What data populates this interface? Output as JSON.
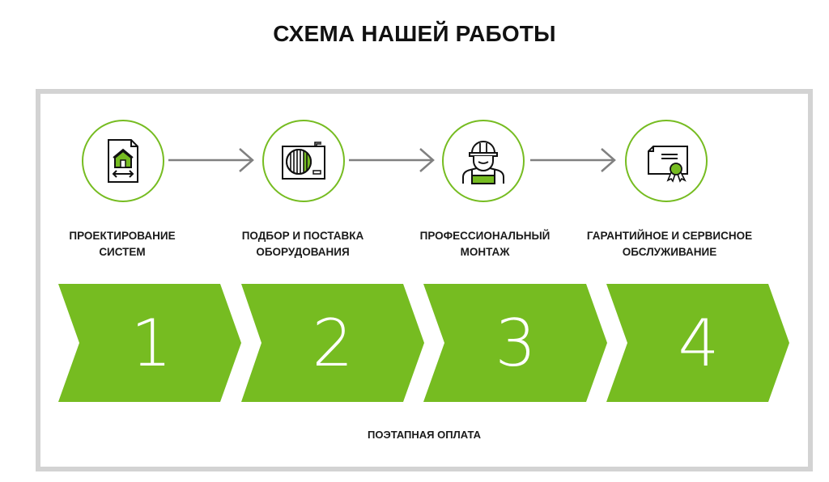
{
  "page": {
    "title": "СХЕМА НАШЕЙ РАБОТЫ"
  },
  "colors": {
    "accent": "#76bc21",
    "frame_border": "#d3d3d3",
    "arrow": "#808080",
    "text": "#1a1a1a",
    "number": "#ffffff"
  },
  "steps": [
    {
      "number": "1",
      "icon": "blueprint-house-icon",
      "label_line1": "ПРОЕКТИРОВАНИЕ",
      "label_line2": "СИСТЕМ"
    },
    {
      "number": "2",
      "icon": "air-conditioner-unit-icon",
      "label_line1": "ПОДБОР И ПОСТАВКА",
      "label_line2": "ОБОРУДОВАНИЯ"
    },
    {
      "number": "3",
      "icon": "worker-hardhat-icon",
      "label_line1": "ПРОФЕССИОНАЛЬНЫЙ",
      "label_line2": "МОНТАЖ"
    },
    {
      "number": "4",
      "icon": "certificate-icon",
      "label_line1": "ГАРАНТИЙНОЕ И СЕРВИСНОЕ",
      "label_line2": "ОБСЛУЖИВАНИЕ"
    }
  ],
  "connectors": [
    "arrow-right-icon",
    "arrow-right-icon",
    "arrow-right-icon"
  ],
  "footer": {
    "payment_note": "ПОЭТАПНАЯ ОПЛАТА"
  }
}
